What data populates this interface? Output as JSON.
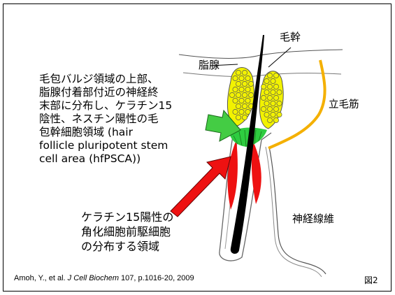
{
  "labels": {
    "hair_shaft": "毛幹",
    "sebaceous_gland": "脂腺",
    "arrector_pili": "立毛筋",
    "nerve_fiber": "神経線維"
  },
  "descriptions": {
    "hfpsca_lines": [
      "毛包バルジ領域の上部、",
      "脂腺付着部付近の神経終",
      "末部に分布し、ケラチン15",
      "陰性、ネスチン陽性の毛",
      "包幹細胞領域 (hair",
      "follicle pluripotent stem",
      "cell area (hfPSCA))"
    ],
    "keratin_lines": [
      "ケラチン15陽性の",
      "角化細胞前駆細胞",
      "の分布する領域"
    ]
  },
  "citation": {
    "authors": "Amoh, Y., et al. ",
    "journal": "J Cell Biochem",
    "details": " 107, p.1016-20, 2009"
  },
  "figure_label": "図2",
  "colors": {
    "sebaceous_fill": "#f2f200",
    "arrow_green": "#44cc44",
    "arrow_red": "#ee1111",
    "muscle_orange": "#f4b000",
    "bulb_green": "#2ecc40"
  }
}
